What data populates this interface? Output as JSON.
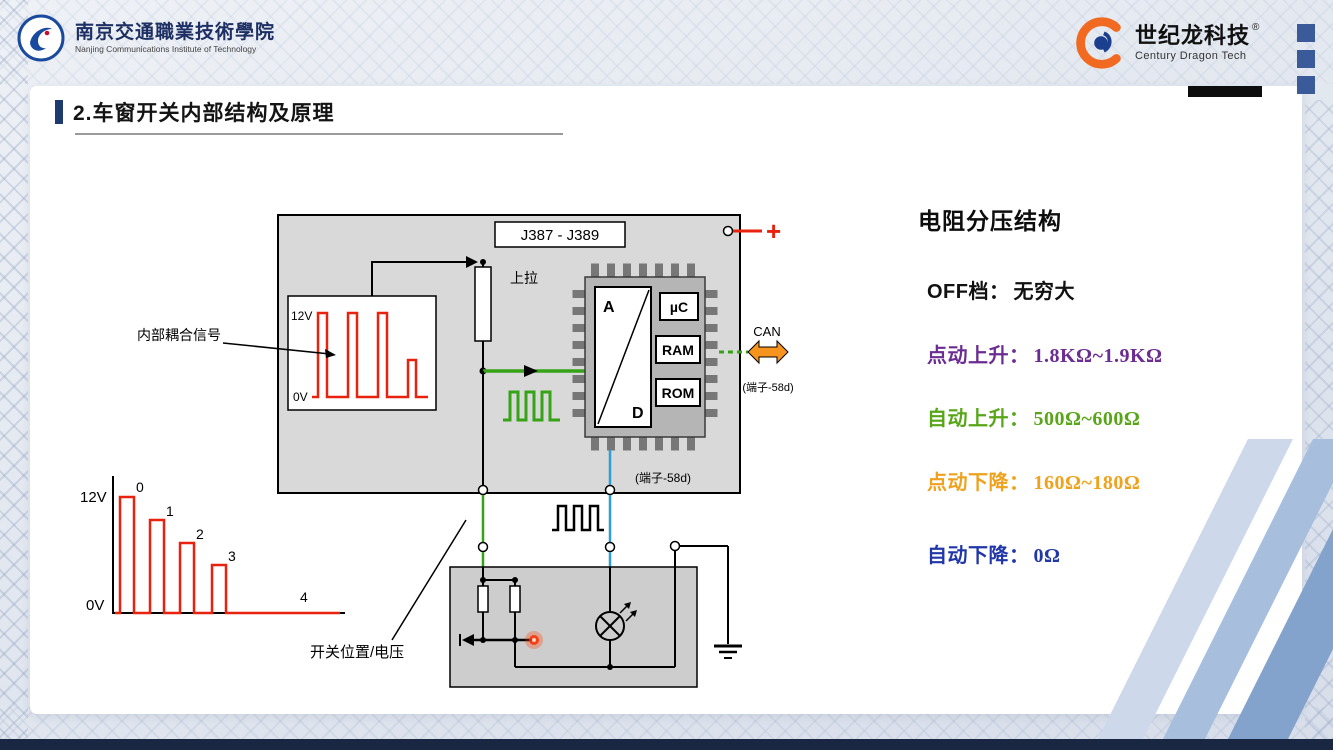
{
  "slide": {
    "title": "2.车窗开关内部结构及原理"
  },
  "header": {
    "institute": {
      "name_zh": "南京交通職業技術學院",
      "name_en": "Nanjing Communications Institute of Technology"
    },
    "brand": {
      "name_zh": "世纪龙科技",
      "name_en": "Century Dragon Tech",
      "reg_mark": "®"
    }
  },
  "diagram": {
    "module_label": "J387 - J389",
    "plus_sign": "+",
    "coupling": {
      "label": "内部耦合信号",
      "high": "12V",
      "low": "0V"
    },
    "pullup_label": "上拉",
    "adc": {
      "a": "A",
      "d": "D"
    },
    "chips": {
      "uc": "µC",
      "ram": "RAM",
      "rom": "ROM"
    },
    "can": {
      "label": "CAN",
      "terminal": "(端子-58d)"
    },
    "terminal_label": "(端子-58d)",
    "staircase": {
      "high": "12V",
      "low": "0V",
      "steps": [
        "0",
        "1",
        "2",
        "3",
        "4"
      ]
    },
    "switch_label": "开关位置/电压",
    "colors": {
      "signal_red": "#e8220e",
      "bus_green": "#35a316",
      "bus_blue": "#2e9fd4",
      "can_orange": "#f7941d"
    }
  },
  "panel": {
    "title": "电阻分压结构",
    "rows": [
      {
        "label": "OFF档：",
        "value": "无穷大",
        "color": "#111111"
      },
      {
        "label": "点动上升：",
        "value": "1.8KΩ~1.9KΩ",
        "color": "#6b2d91"
      },
      {
        "label": "自动上升：",
        "value": "500Ω~600Ω",
        "color": "#58a618"
      },
      {
        "label": "点动下降：",
        "value": "160Ω~180Ω",
        "color": "#efa21e"
      },
      {
        "label": "自动下降：",
        "value": "0Ω",
        "color": "#2137a8"
      }
    ]
  }
}
